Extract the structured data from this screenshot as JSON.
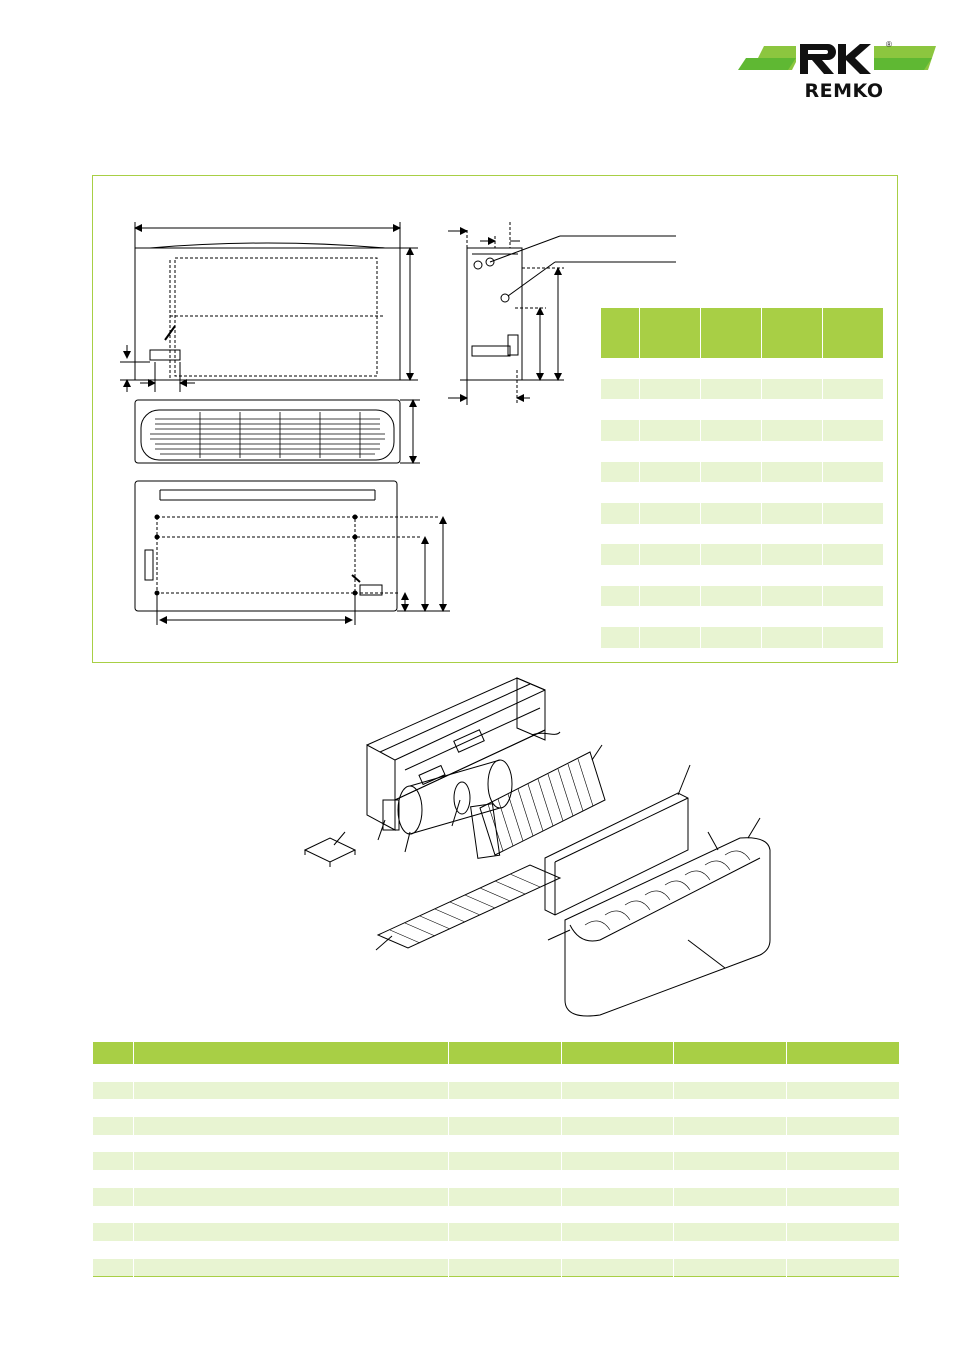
{
  "brand": {
    "name": "REMKO",
    "registered_mark": "®",
    "colors": {
      "accent_green": "#a8cf45",
      "light_green": "#e8f4d2",
      "logo_green": "#5fb833"
    }
  },
  "dimension_table": {
    "header_cells": 5,
    "body_rows": 14
  },
  "parts_table": {
    "columns": 6,
    "body_rows": 12
  }
}
